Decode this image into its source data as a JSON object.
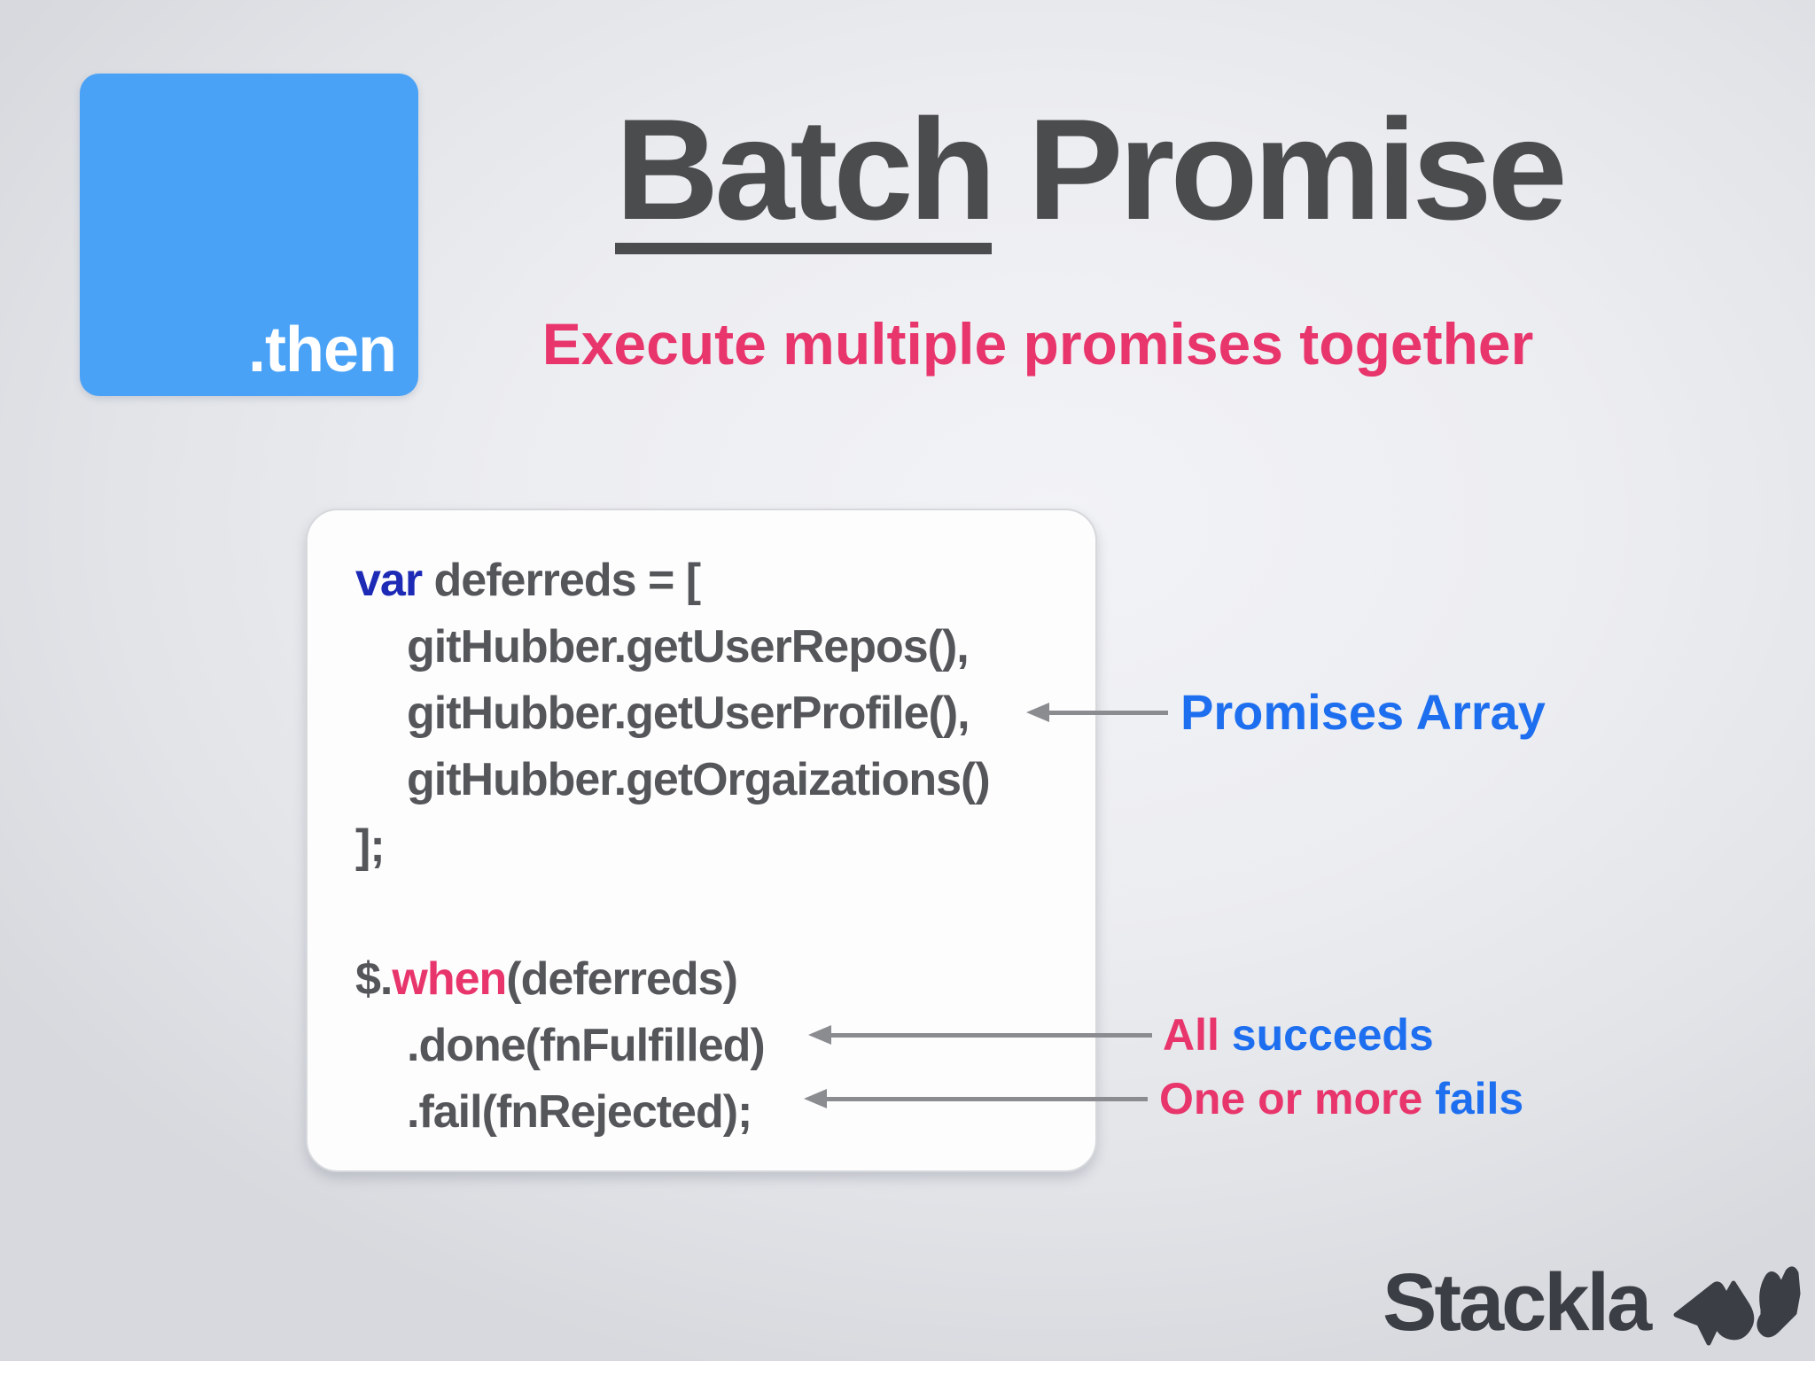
{
  "slide": {
    "badge": {
      "label": ".then"
    },
    "title": {
      "underlined_word": "Batch",
      "rest": " Promise"
    },
    "subtitle": "Execute multiple promises together",
    "code_block": {
      "lines": [
        {
          "indent": 0,
          "tokens": [
            {
              "text": "var",
              "style": "keyword"
            },
            {
              "text": " deferreds = [",
              "style": "plain"
            }
          ]
        },
        {
          "indent": 1,
          "tokens": [
            {
              "text": "gitHubber.getUserRepos(),",
              "style": "plain"
            }
          ]
        },
        {
          "indent": 1,
          "tokens": [
            {
              "text": "gitHubber.getUserProfile(),",
              "style": "plain"
            }
          ]
        },
        {
          "indent": 1,
          "tokens": [
            {
              "text": "gitHubber.getOrgaizations()",
              "style": "plain"
            }
          ]
        },
        {
          "indent": 0,
          "tokens": [
            {
              "text": "];",
              "style": "plain"
            }
          ]
        },
        {
          "indent": 0,
          "tokens": []
        },
        {
          "indent": 0,
          "tokens": [
            {
              "text": "$.",
              "style": "plain"
            },
            {
              "text": "when",
              "style": "when"
            },
            {
              "text": "(deferreds)",
              "style": "plain"
            }
          ]
        },
        {
          "indent": 1,
          "tokens": [
            {
              "text": ".done(fnFulfilled)",
              "style": "plain"
            }
          ]
        },
        {
          "indent": 1,
          "tokens": [
            {
              "text": ".fail(fnRejected);",
              "style": "plain"
            }
          ]
        }
      ]
    },
    "annotations": [
      {
        "parts": [
          {
            "text": "Promises Array",
            "color": "link_blue"
          }
        ]
      },
      {
        "parts": [
          {
            "text": "All ",
            "color": "pink"
          },
          {
            "text": "succeeds",
            "color": "link_blue"
          }
        ]
      },
      {
        "parts": [
          {
            "text": "One or more ",
            "color": "pink"
          },
          {
            "text": "fails",
            "color": "link_blue"
          }
        ]
      }
    ],
    "logo": {
      "text": "Stackla"
    },
    "colors": {
      "badge_blue": "#4aa2f7",
      "pink": "#e8356c",
      "link_blue": "#1e6ff0",
      "keyword_blue": "#1c2ab5",
      "code_gray": "#55565a",
      "title_gray": "#4b4c4e",
      "arrow_gray": "#8a8c90",
      "logo_charcoal": "#3b3e44"
    }
  }
}
